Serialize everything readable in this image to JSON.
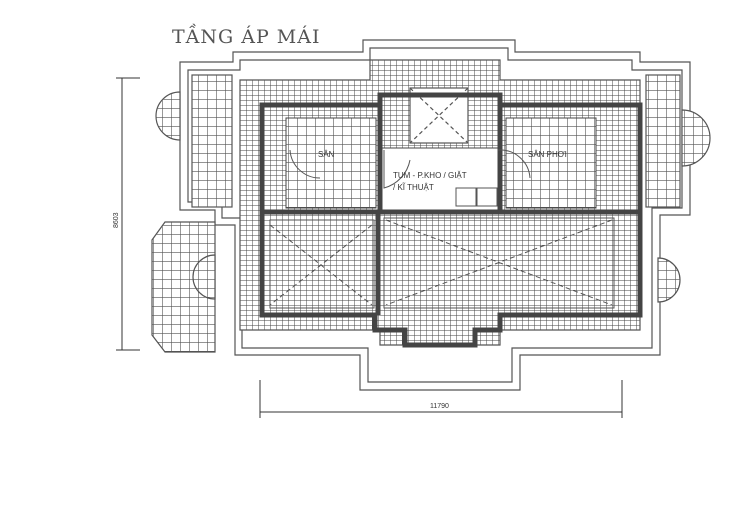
{
  "title": "TẦNG ÁP MÁI",
  "rooms": {
    "left_terrace": "SÂN",
    "right_terrace": "SÂN PHƠI",
    "center_line1": "TUM - P.KHO / GIẶT",
    "center_line2": "/ KĨ THUẬT"
  },
  "dimensions": {
    "vertical": "8603",
    "horizontal": "11790"
  }
}
